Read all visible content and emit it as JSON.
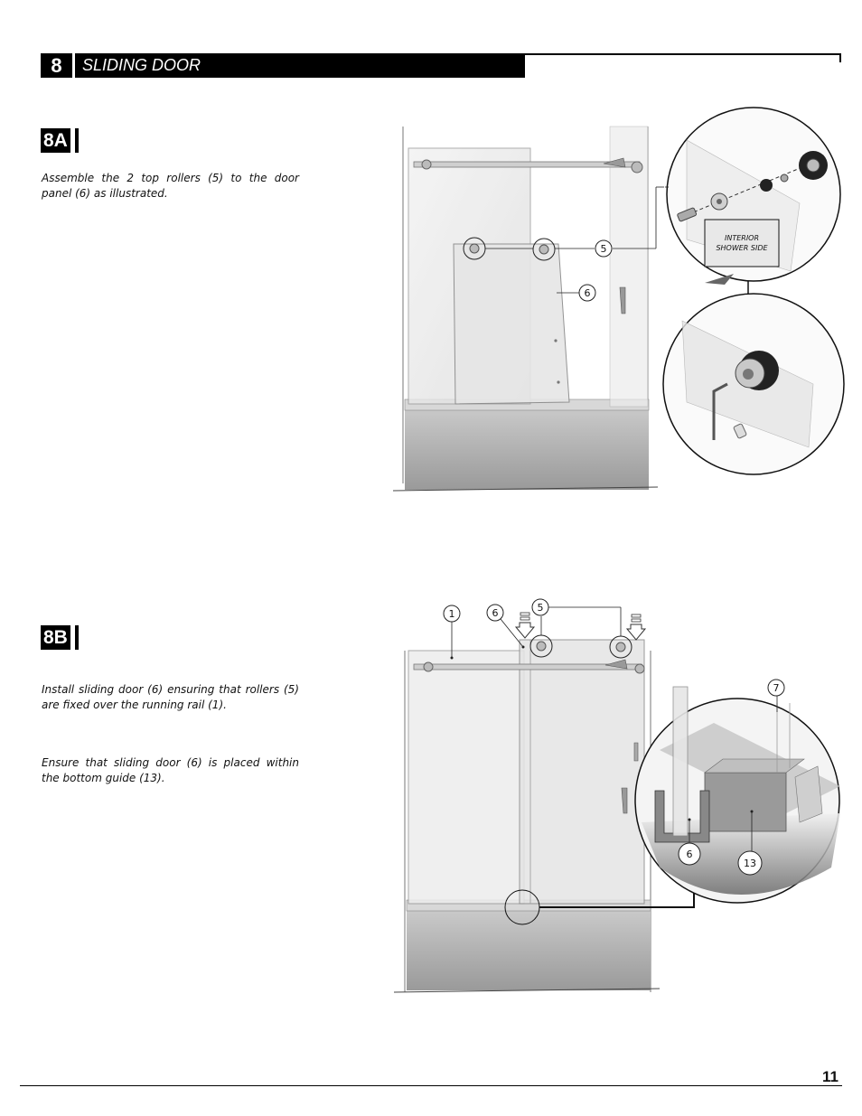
{
  "header": {
    "section_number": "8",
    "section_title": "SLIDING DOOR"
  },
  "steps": [
    {
      "badge": "8A",
      "instructions": [
        "Assemble the 2 top rollers (5) to the door panel (6) as illustrated."
      ]
    },
    {
      "badge": "8B",
      "instructions": [
        "Install sliding door (6) ensuring that rollers (5) are fixed over the running rail (1).",
        "Ensure that sliding door (6) is placed within the bottom guide (13)."
      ]
    }
  ],
  "figure_8a": {
    "callouts": [
      "5",
      "6"
    ],
    "detail_label_line1": "INTERIOR",
    "detail_label_line2": "SHOWER SIDE"
  },
  "figure_8b": {
    "callouts": [
      "1",
      "6",
      "5",
      "7",
      "6",
      "13"
    ]
  },
  "footer": {
    "page_number": "11"
  }
}
